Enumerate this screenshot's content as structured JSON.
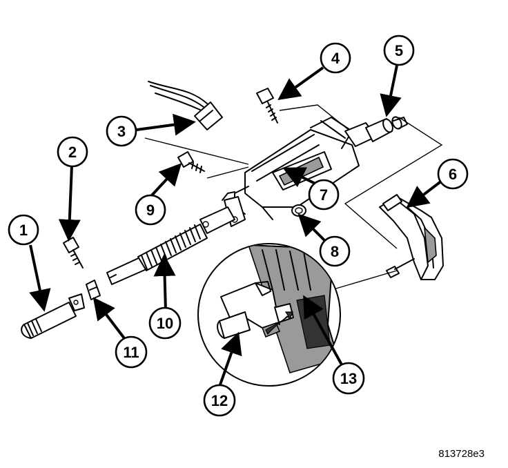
{
  "figure": {
    "reference_code": "813728e3",
    "callouts": [
      {
        "label": "1"
      },
      {
        "label": "2"
      },
      {
        "label": "3"
      },
      {
        "label": "4"
      },
      {
        "label": "5"
      },
      {
        "label": "6"
      },
      {
        "label": "7"
      },
      {
        "label": "8"
      },
      {
        "label": "9"
      },
      {
        "label": "10"
      },
      {
        "label": "11"
      },
      {
        "label": "12"
      },
      {
        "label": "13"
      }
    ]
  }
}
